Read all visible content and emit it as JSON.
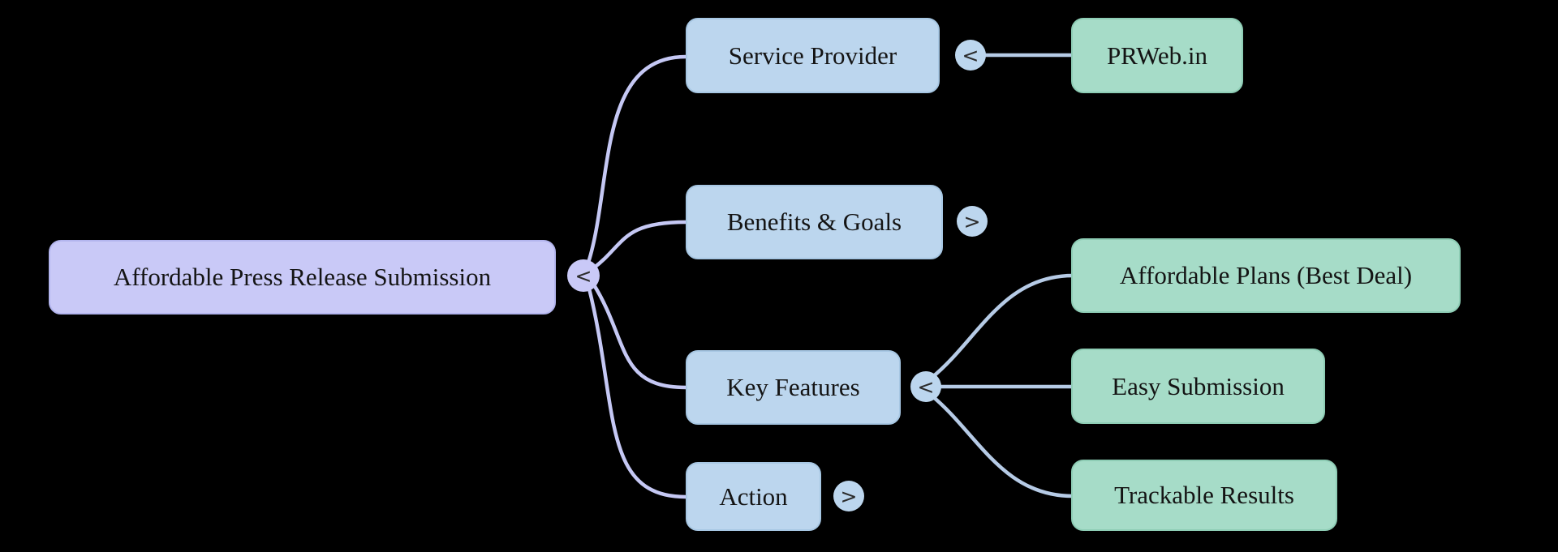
{
  "diagram": {
    "type": "mindmap",
    "background": "#000000"
  },
  "colors": {
    "background": "#000000",
    "root_fill": "#c9c9f7",
    "root_border": "#b3b5ee",
    "blue_fill": "#bcd6ee",
    "blue_border": "#a7c7e3",
    "green_fill": "#a6dcc8",
    "green_border": "#8ecdb5",
    "edge_root": "#c5c8f4",
    "edge_blue": "#b6cbe6",
    "text": "#141414",
    "toggle_text": "#2b2b2b"
  },
  "nodes": [
    {
      "id": "root",
      "label": "Affordable Press Release Submission",
      "level": "root",
      "parent": null
    },
    {
      "id": "service-provider",
      "label": "Service Provider",
      "level": "branch",
      "parent": "root"
    },
    {
      "id": "prweb",
      "label": "PRWeb.in",
      "level": "leaf",
      "parent": "service-provider"
    },
    {
      "id": "benefits-goals",
      "label": "Benefits & Goals",
      "level": "branch",
      "parent": "root"
    },
    {
      "id": "key-features",
      "label": "Key Features",
      "level": "branch",
      "parent": "root"
    },
    {
      "id": "affordable-plans",
      "label": "Affordable Plans (Best Deal)",
      "level": "leaf",
      "parent": "key-features"
    },
    {
      "id": "easy-submission",
      "label": "Easy Submission",
      "level": "leaf",
      "parent": "key-features"
    },
    {
      "id": "action",
      "label": "Action",
      "level": "branch",
      "parent": "root"
    },
    {
      "id": "trackable-results",
      "label": "Trackable Results",
      "level": "leaf",
      "parent": "key-features"
    }
  ],
  "toggles": [
    {
      "id": "toggle-root",
      "symbol": "<",
      "state": "expanded",
      "attached_to": "root"
    },
    {
      "id": "toggle-service-provider",
      "symbol": "<",
      "state": "expanded",
      "attached_to": "service-provider"
    },
    {
      "id": "toggle-benefits-goals",
      "symbol": ">",
      "state": "collapsed",
      "attached_to": "benefits-goals"
    },
    {
      "id": "toggle-key-features",
      "symbol": "<",
      "state": "expanded",
      "attached_to": "key-features"
    },
    {
      "id": "toggle-action",
      "symbol": ">",
      "state": "collapsed",
      "attached_to": "action"
    }
  ],
  "edges": [
    {
      "from": "root",
      "to": "service-provider",
      "section": "root"
    },
    {
      "from": "root",
      "to": "benefits-goals",
      "section": "root"
    },
    {
      "from": "root",
      "to": "key-features",
      "section": "root"
    },
    {
      "from": "root",
      "to": "action",
      "section": "root"
    },
    {
      "from": "service-provider",
      "to": "prweb",
      "section": "blue"
    },
    {
      "from": "key-features",
      "to": "affordable-plans",
      "section": "blue"
    },
    {
      "from": "key-features",
      "to": "easy-submission",
      "section": "blue"
    },
    {
      "from": "key-features",
      "to": "trackable-results",
      "section": "blue"
    }
  ]
}
